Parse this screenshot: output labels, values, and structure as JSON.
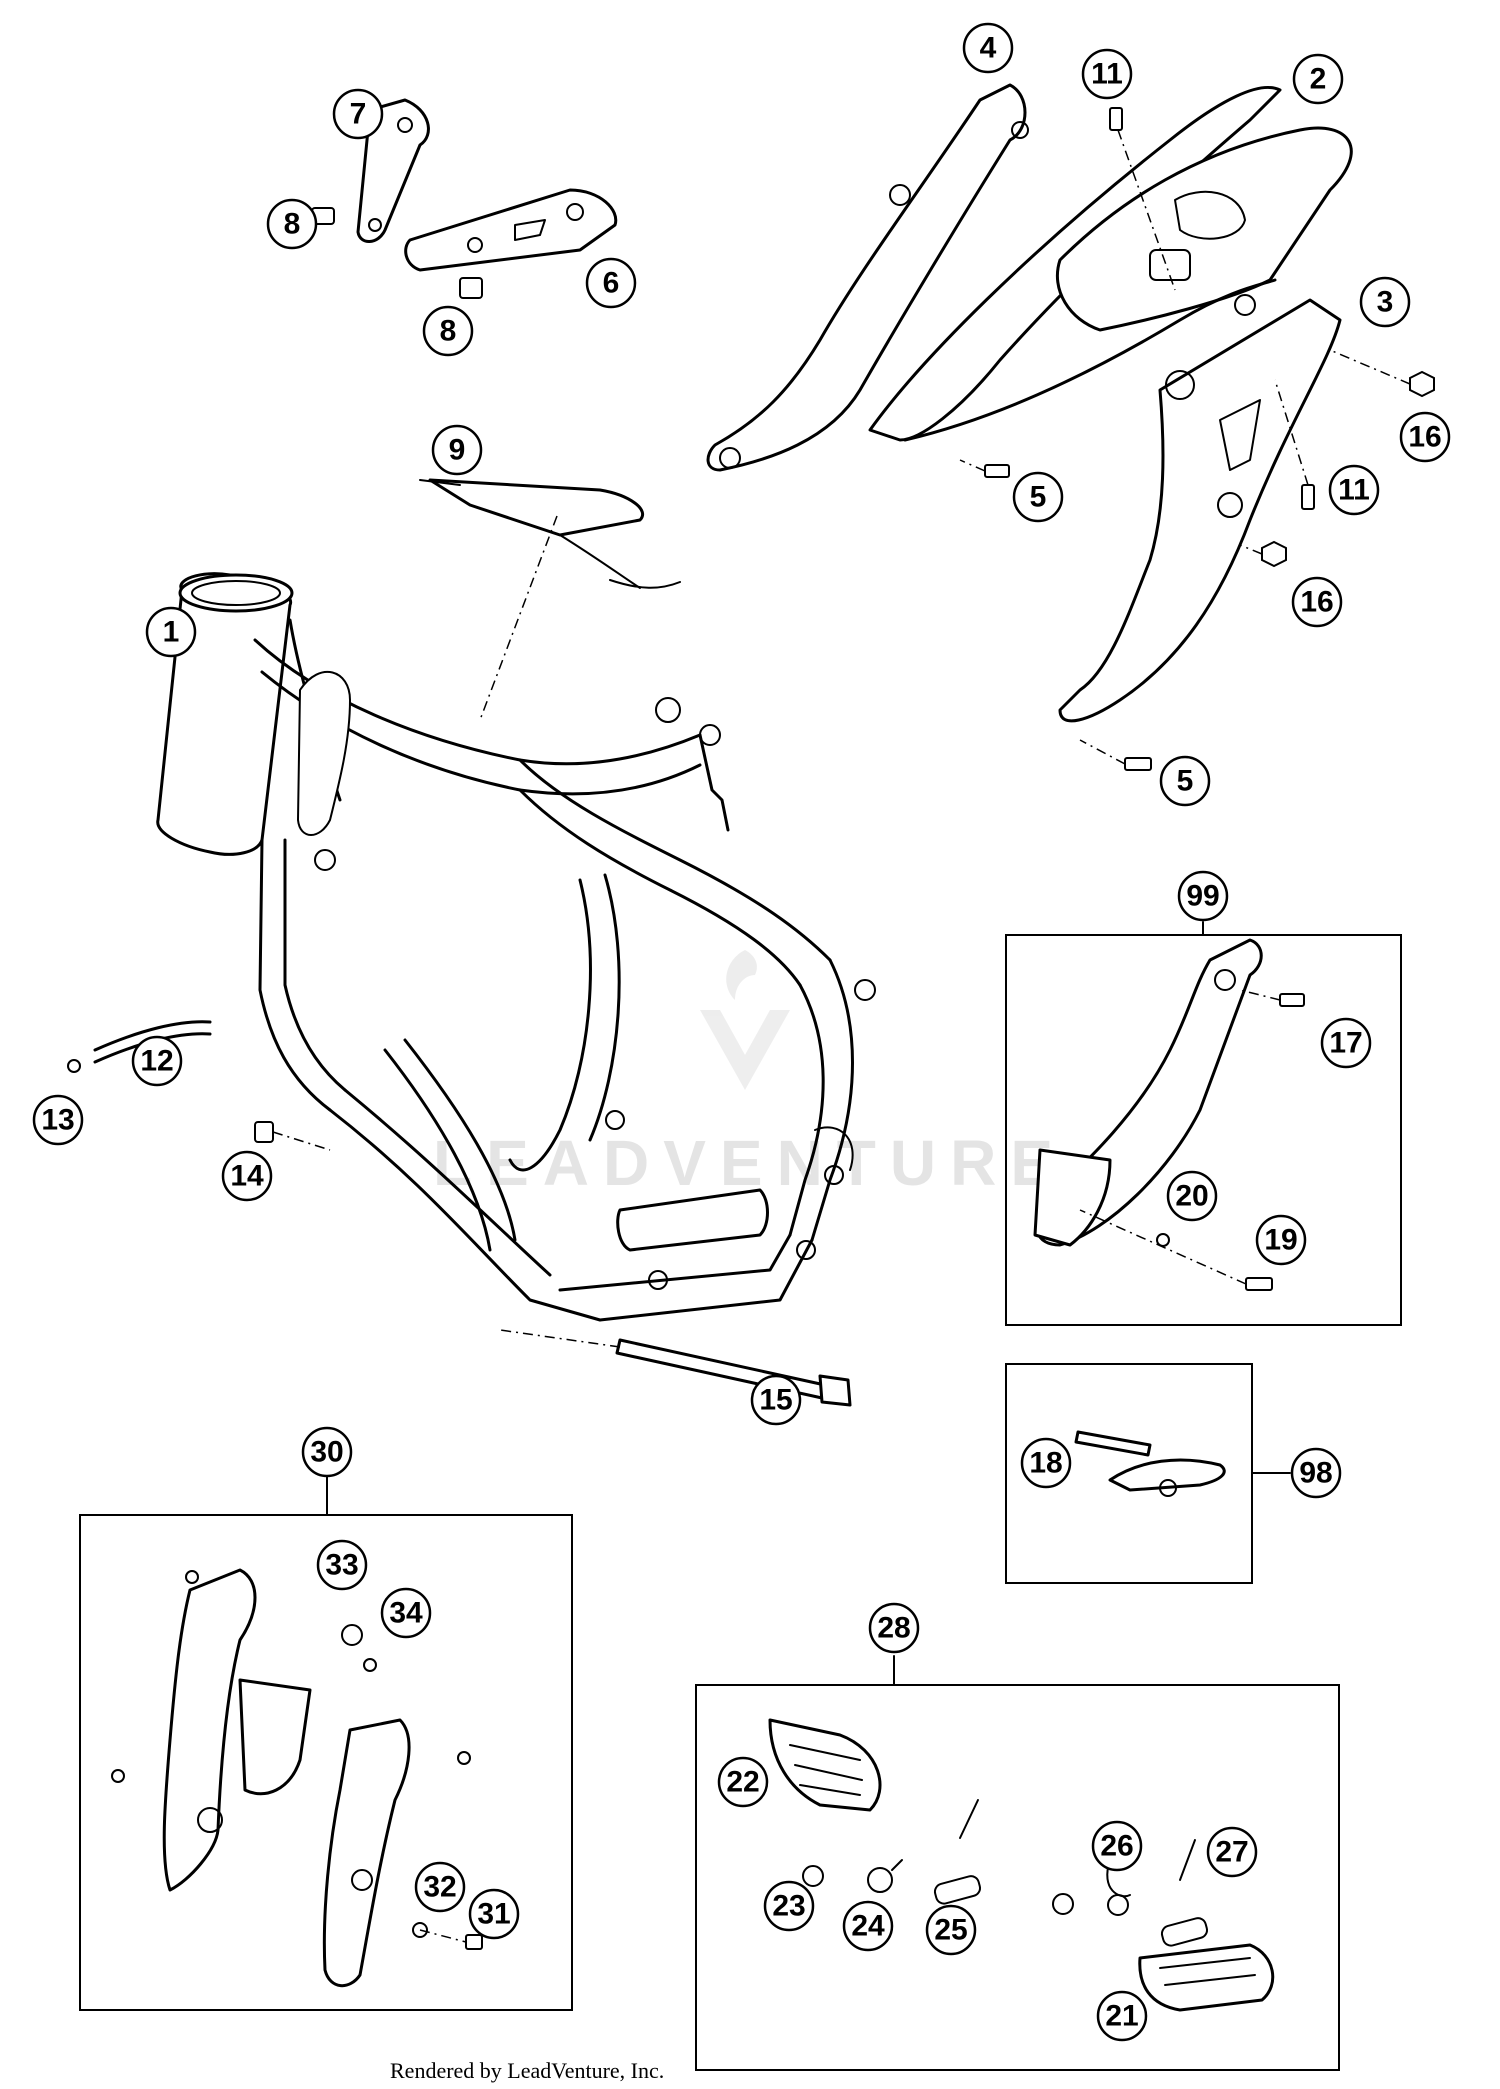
{
  "watermark": "LEADVENTURE",
  "footer": "Rendered by LeadVenture, Inc.",
  "callouts": [
    "1",
    "2",
    "3",
    "4",
    "5",
    "5",
    "6",
    "7",
    "8",
    "8",
    "9",
    "11",
    "11",
    "12",
    "13",
    "14",
    "15",
    "16",
    "16",
    "17",
    "18",
    "19",
    "20",
    "21",
    "22",
    "23",
    "24",
    "25",
    "26",
    "27",
    "28",
    "30",
    "31",
    "32",
    "33",
    "34",
    "98",
    "99"
  ]
}
